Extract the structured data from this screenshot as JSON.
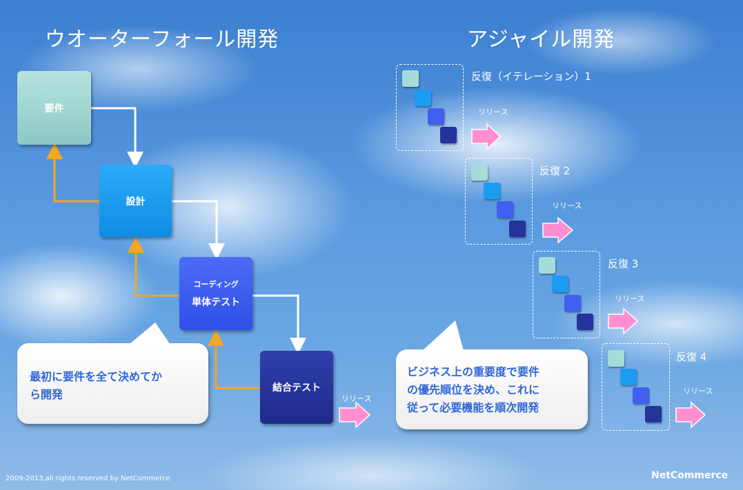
{
  "waterfall": {
    "title": "ウオーターフォール開発",
    "steps": {
      "requirements": "要件",
      "design": "設計",
      "coding_small": "コーディング",
      "coding_main": "単体テスト",
      "integration": "結合テスト"
    },
    "release": "リリース",
    "callout": "最初に要件を全て決めてか\nら開発"
  },
  "agile": {
    "title": "アジャイル開発",
    "iterations": [
      {
        "label": "反復（イテレーション）1",
        "release": "リリース"
      },
      {
        "label": "反復 2",
        "release": "リリース"
      },
      {
        "label": "反復 3",
        "release": "リリース"
      },
      {
        "label": "反復 4",
        "release": "リリース"
      }
    ],
    "callout": "ビジネス上の重要度で要件\nの優先順位を決め、これに\n従って必要機能を順次開発"
  },
  "colors": {
    "requirements": "#9fd3cf",
    "design": "#1a9cf0",
    "coding": "#3b5df0",
    "integration": "#26339b",
    "arrow_orange": "#f5a623",
    "arrow_pink": "#ff8fd0"
  },
  "footer": {
    "copyright": "2009-2013,all rights reserved by NetCommerce",
    "brand": "NetCommerce"
  }
}
